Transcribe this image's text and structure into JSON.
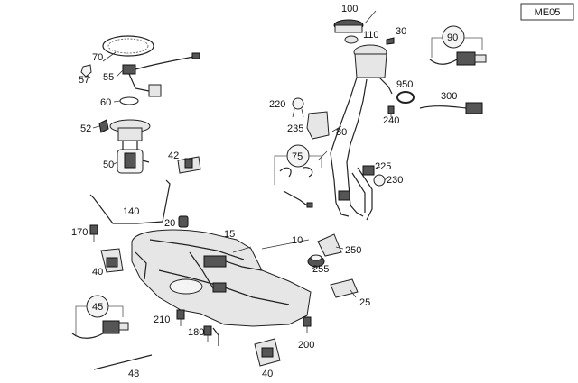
{
  "page_code": "ME05",
  "parts": [
    {
      "id": "p100",
      "num": "100"
    },
    {
      "id": "p110",
      "num": "110"
    },
    {
      "id": "p30",
      "num": "30"
    },
    {
      "id": "p90",
      "num": "90"
    },
    {
      "id": "p70",
      "num": "70"
    },
    {
      "id": "p57",
      "num": "57"
    },
    {
      "id": "p55",
      "num": "55"
    },
    {
      "id": "p60",
      "num": "60"
    },
    {
      "id": "p52",
      "num": "52"
    },
    {
      "id": "p50",
      "num": "50"
    },
    {
      "id": "p42",
      "num": "42"
    },
    {
      "id": "p140",
      "num": "140"
    },
    {
      "id": "p950",
      "num": "950"
    },
    {
      "id": "p300",
      "num": "300"
    },
    {
      "id": "p220",
      "num": "220"
    },
    {
      "id": "p240",
      "num": "240"
    },
    {
      "id": "p235",
      "num": "235"
    },
    {
      "id": "p80",
      "num": "80"
    },
    {
      "id": "p75",
      "num": "75"
    },
    {
      "id": "p225",
      "num": "225"
    },
    {
      "id": "p230",
      "num": "230"
    },
    {
      "id": "p20",
      "num": "20"
    },
    {
      "id": "p170",
      "num": "170"
    },
    {
      "id": "p15",
      "num": "15"
    },
    {
      "id": "p10",
      "num": "10"
    },
    {
      "id": "p250",
      "num": "250"
    },
    {
      "id": "p40a",
      "num": "40"
    },
    {
      "id": "p255",
      "num": "255"
    },
    {
      "id": "p25",
      "num": "25"
    },
    {
      "id": "p45",
      "num": "45"
    },
    {
      "id": "p210",
      "num": "210"
    },
    {
      "id": "p180",
      "num": "180"
    },
    {
      "id": "p200",
      "num": "200"
    },
    {
      "id": "p40b",
      "num": "40"
    },
    {
      "id": "p48",
      "num": "48"
    }
  ]
}
